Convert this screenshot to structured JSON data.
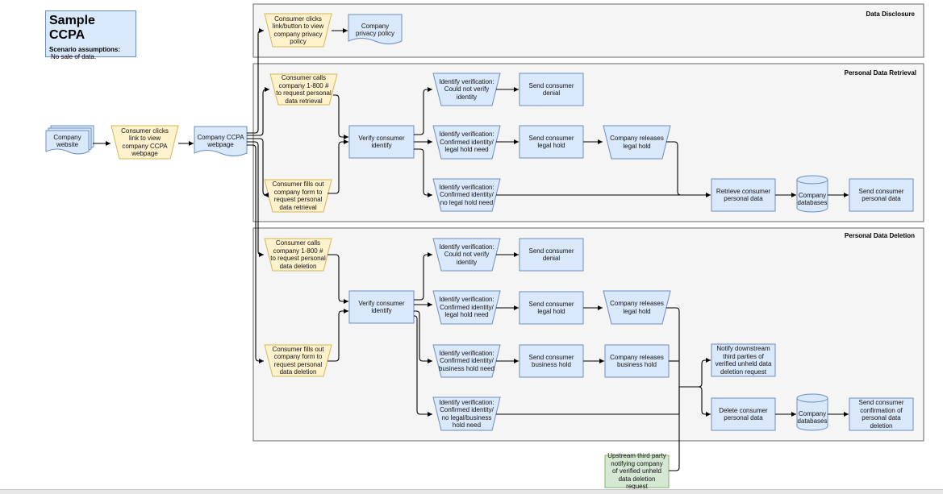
{
  "title": "Sample CCPA",
  "assumptions_label": "Scenario assumptions:",
  "assumptions_text": "No sale of data.",
  "lanes": {
    "disclosure": "Data Disclosure",
    "retrieval": "Personal Data Retrieval",
    "deletion": "Personal Data Deletion"
  },
  "nodes": {
    "company_website": "Company website",
    "click_ccpa": "Consumer clicks link to view company CCPA webpage",
    "ccpa_webpage": "Company CCPA webpage",
    "click_privacy": "Consumer clicks link/button to view company privacy policy",
    "privacy_policy": "Company privacy policy",
    "r_call": "Consumer calls company 1-800 # to request personal data retrieval",
    "r_form": "Consumer fills out company form to request personal data retrieval",
    "r_verify": "Verify consumer identify",
    "r_idv_no": "Identify verification: Could not verify identity",
    "r_idv_legal": "Identify verification: Confirmed identity/ legal hold need",
    "r_idv_nolegal": "Identify verification: Confirmed identity/ no legal hold need",
    "r_denial": "Send consumer denial",
    "r_legalhold": "Send consumer legal hold",
    "r_releases": "Company releases legal hold",
    "r_retrieve": "Retrieve consumer personal data",
    "r_db": "Company databases",
    "r_send": "Send consumer personal data",
    "d_call": "Consumer calls company 1-800 # to request personal data deletion",
    "d_form": "Consumer fills out company form to request personal data deletion",
    "d_verify": "Verify consumer identify",
    "d_idv_no": "Identify verification: Could not verify identity",
    "d_idv_legal": "Identify verification: Confirmed identity/ legal hold need",
    "d_idv_business": "Identify verification: Confirmed identity/ business hold need",
    "d_idv_none": "Identify verification: Confirmed identity/ no legal/business hold need",
    "d_denial": "Send consumer denial",
    "d_legalhold": "Send consumer legal hold",
    "d_businesshold": "Send consumer business hold",
    "d_rel_legal": "Company releases legal hold",
    "d_rel_business": "Company releases business hold",
    "d_notify": "Notify downstream third parties of verified unheld data deletion request",
    "d_delete": "Delete consumer personal data",
    "d_db": "Company databases",
    "d_confirm": "Send consumer confirmation of personal data deletion",
    "upstream": "Upstream third party notifying company of verified unheld data deletion request"
  },
  "colors": {
    "blue_fill": "#dae8fc",
    "blue_stroke": "#6c8ebf",
    "yellow_fill": "#fff2cc",
    "yellow_stroke": "#d6b656",
    "green_fill": "#d5e8d4",
    "green_stroke": "#82b366",
    "lane_fill": "#f5f5f5",
    "lane_stroke": "#666666"
  }
}
